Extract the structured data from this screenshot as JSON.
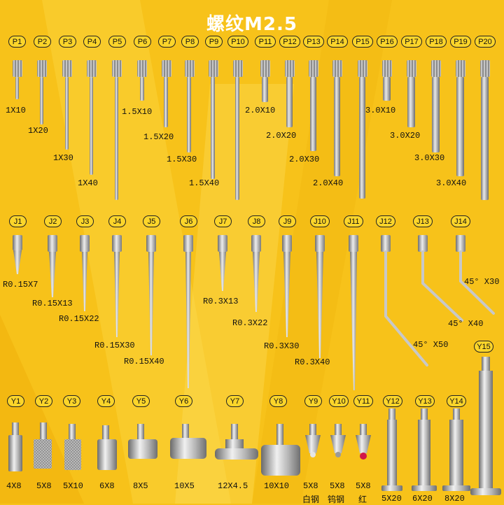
{
  "title": "螺纹M2.5",
  "colors": {
    "background": "#f7c21a",
    "badge_fill": "#fcd52a",
    "steel": "#c9c9c9",
    "ruby": "#d1184a"
  },
  "rows": {
    "p": [
      {
        "id": "P1",
        "size": "1X10"
      },
      {
        "id": "P2",
        "size": "1X20"
      },
      {
        "id": "P3",
        "size": "1X30"
      },
      {
        "id": "P4",
        "size": "1X40"
      },
      {
        "id": "P5",
        "size": ""
      },
      {
        "id": "P6",
        "size": "1.5X10"
      },
      {
        "id": "P7",
        "size": "1.5X20"
      },
      {
        "id": "P8",
        "size": "1.5X30"
      },
      {
        "id": "P9",
        "size": "1.5X40"
      },
      {
        "id": "P10",
        "size": ""
      },
      {
        "id": "P11",
        "size": "2.0X10"
      },
      {
        "id": "P12",
        "size": "2.0X20"
      },
      {
        "id": "P13",
        "size": "2.0X30"
      },
      {
        "id": "P14",
        "size": "2.0X40"
      },
      {
        "id": "P15",
        "size": ""
      },
      {
        "id": "P16",
        "size": "3.0X10"
      },
      {
        "id": "P17",
        "size": "3.0X20"
      },
      {
        "id": "P18",
        "size": "3.0X30"
      },
      {
        "id": "P19",
        "size": "3.0X40"
      },
      {
        "id": "P20",
        "size": ""
      }
    ],
    "j": [
      {
        "id": "J1",
        "size": "R0.15X7"
      },
      {
        "id": "J2",
        "size": "R0.15X13"
      },
      {
        "id": "J3",
        "size": "R0.15X22"
      },
      {
        "id": "J4",
        "size": "R0.15X30"
      },
      {
        "id": "J5",
        "size": "R0.15X40"
      },
      {
        "id": "J6",
        "size": ""
      },
      {
        "id": "J7",
        "size": "R0.3X13"
      },
      {
        "id": "J8",
        "size": "R0.3X22"
      },
      {
        "id": "J9",
        "size": "R0.3X30"
      },
      {
        "id": "J10",
        "size": "R0.3X40"
      },
      {
        "id": "J11",
        "size": ""
      },
      {
        "id": "J12",
        "size": "45° X50"
      },
      {
        "id": "J13",
        "size": "45° X40"
      },
      {
        "id": "J14",
        "size": "45° X30"
      }
    ],
    "y": [
      {
        "id": "Y1",
        "size": "4X8"
      },
      {
        "id": "Y2",
        "size": "5X8"
      },
      {
        "id": "Y3",
        "size": "5X10"
      },
      {
        "id": "Y4",
        "size": "6X8"
      },
      {
        "id": "Y5",
        "size": "8X5"
      },
      {
        "id": "Y6",
        "size": "10X5"
      },
      {
        "id": "Y7",
        "size": "12X4.5"
      },
      {
        "id": "Y8",
        "size": "10X10"
      },
      {
        "id": "Y9",
        "size": "5X8",
        "note": "白钢"
      },
      {
        "id": "Y10",
        "size": "5X8",
        "note": "钨钢"
      },
      {
        "id": "Y11",
        "size": "5X8",
        "note": "红"
      },
      {
        "id": "Y12",
        "size": "5X20"
      },
      {
        "id": "Y13",
        "size": "6X20"
      },
      {
        "id": "Y14",
        "size": "8X20"
      },
      {
        "id": "Y15",
        "size": ""
      }
    ]
  }
}
